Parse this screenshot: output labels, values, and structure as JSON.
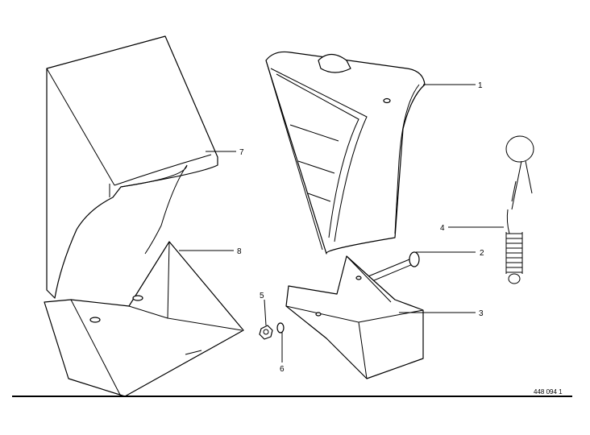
{
  "callouts": [
    "1",
    "2",
    "3",
    "4",
    "5",
    "6",
    "7",
    "8"
  ],
  "drawing_number": "448 094 1"
}
